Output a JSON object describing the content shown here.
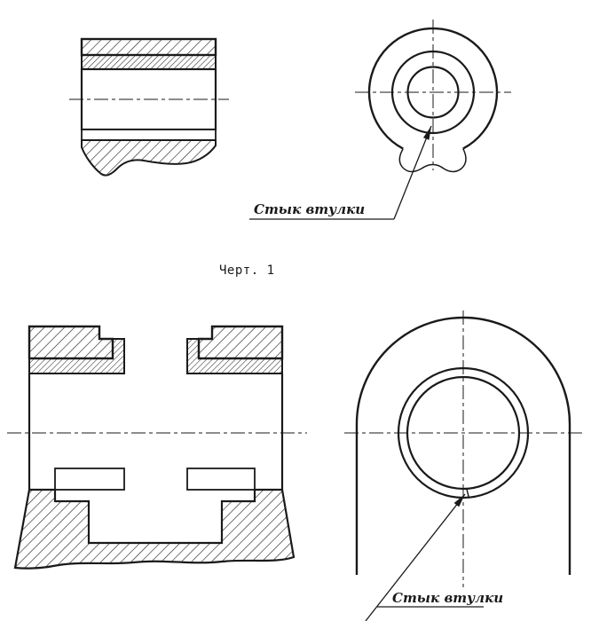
{
  "figure": {
    "caption": "Черт. 1",
    "fig1": {
      "callout": "Стык втулки"
    },
    "fig2": {
      "callout": "Стык втулки"
    }
  },
  "colors": {
    "ink": "#1a1a1a",
    "paper": "#ffffff"
  }
}
